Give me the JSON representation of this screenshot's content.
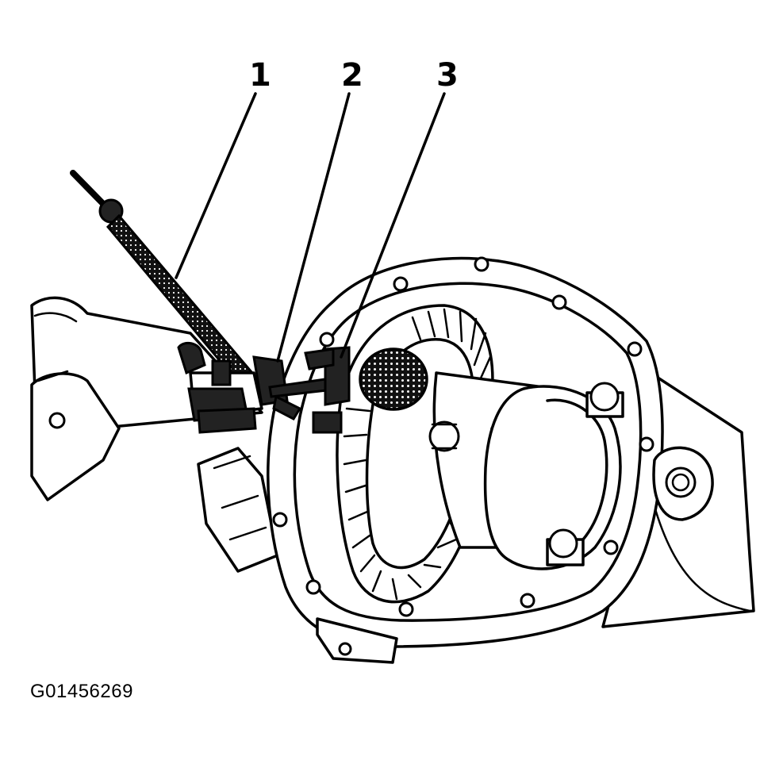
{
  "figure": {
    "callouts": [
      {
        "id": "1",
        "label": "1"
      },
      {
        "id": "2",
        "label": "2"
      },
      {
        "id": "3",
        "label": "3"
      }
    ],
    "figure_id": "G01456269"
  },
  "colors": {
    "ink": "#000000",
    "paper": "#ffffff",
    "tool_fill": "#222222"
  }
}
